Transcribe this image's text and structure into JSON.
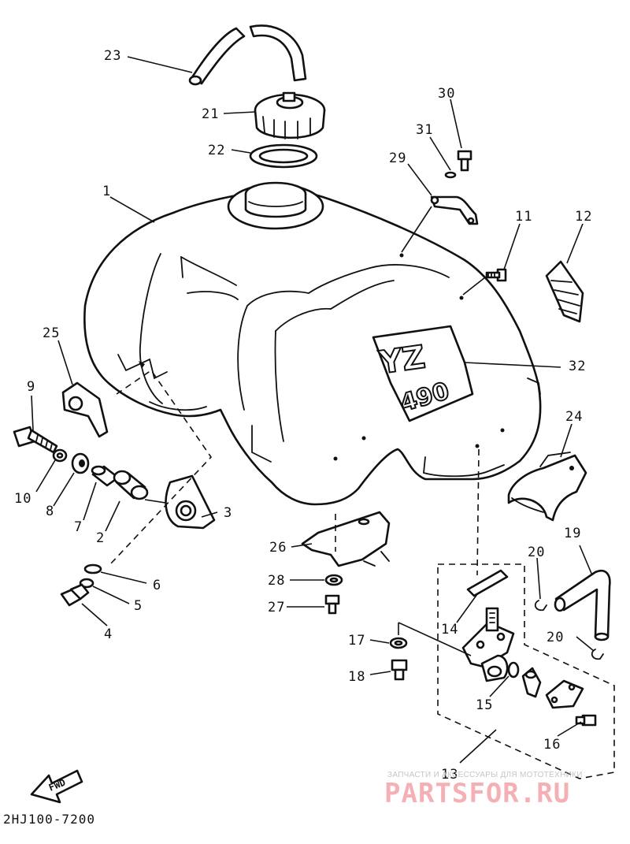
{
  "labels": {
    "p1": "1",
    "p2": "2",
    "p3": "3",
    "p4": "4",
    "p5": "5",
    "p6": "6",
    "p7": "7",
    "p8": "8",
    "p9": "9",
    "p10": "10",
    "p11": "11",
    "p12": "12",
    "p13": "13",
    "p14": "14",
    "p15": "15",
    "p16": "16",
    "p17": "17",
    "p18": "18",
    "p19": "19",
    "p20a": "20",
    "p20b": "20",
    "p21": "21",
    "p22": "22",
    "p23": "23",
    "p24": "24",
    "p25": "25",
    "p26": "26",
    "p27": "27",
    "p28": "28",
    "p29": "29",
    "p30": "30",
    "p31": "31",
    "p32": "32"
  },
  "fwd_arrow_text": "FWD",
  "tank_decal_text": "YZ 490",
  "drawing_code": "2HJ100-7200",
  "watermark": {
    "caption": "ЗАПЧАСТИ И АКСЕССУАРЫ ДЛЯ МОТОТЕХНИКИ",
    "logo": "PARTSFOR.RU"
  },
  "colors": {
    "ink": "#111111",
    "watermark": "#e0212b",
    "paper": "#ffffff"
  }
}
